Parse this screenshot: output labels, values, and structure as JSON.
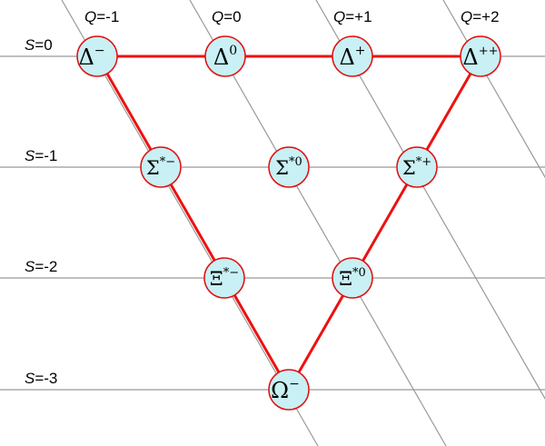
{
  "charge_labels": [
    {
      "var": "Q",
      "rest": "=-1"
    },
    {
      "var": "Q",
      "rest": "=0"
    },
    {
      "var": "Q",
      "rest": "=+1"
    },
    {
      "var": "Q",
      "rest": "=+2"
    }
  ],
  "strangeness_labels": [
    {
      "var": "S",
      "rest": "=0"
    },
    {
      "var": "S",
      "rest": "=-1"
    },
    {
      "var": "S",
      "rest": "=-2"
    },
    {
      "var": "S",
      "rest": "=-3"
    }
  ],
  "particles": [
    {
      "id": "delta-minus",
      "base": "Δ",
      "sup": "−"
    },
    {
      "id": "delta-zero",
      "base": "Δ",
      "sup": "0"
    },
    {
      "id": "delta-plus",
      "base": "Δ",
      "sup": "+"
    },
    {
      "id": "delta-plusplus",
      "base": "Δ",
      "sup": "++"
    },
    {
      "id": "sigma-star-minus",
      "base": "Σ",
      "sup": "*−"
    },
    {
      "id": "sigma-star-zero",
      "base": "Σ",
      "sup": "*0"
    },
    {
      "id": "sigma-star-plus",
      "base": "Σ",
      "sup": "*+"
    },
    {
      "id": "xi-star-minus",
      "base": "Ξ",
      "sup": "*−"
    },
    {
      "id": "xi-star-zero",
      "base": "Ξ",
      "sup": "*0"
    },
    {
      "id": "omega-minus",
      "base": "Ω",
      "sup": "−"
    }
  ],
  "colors": {
    "node_fill": "#c8f0f5",
    "node_stroke": "#e01010",
    "edge": "#ee1111",
    "grid": "#999999"
  }
}
